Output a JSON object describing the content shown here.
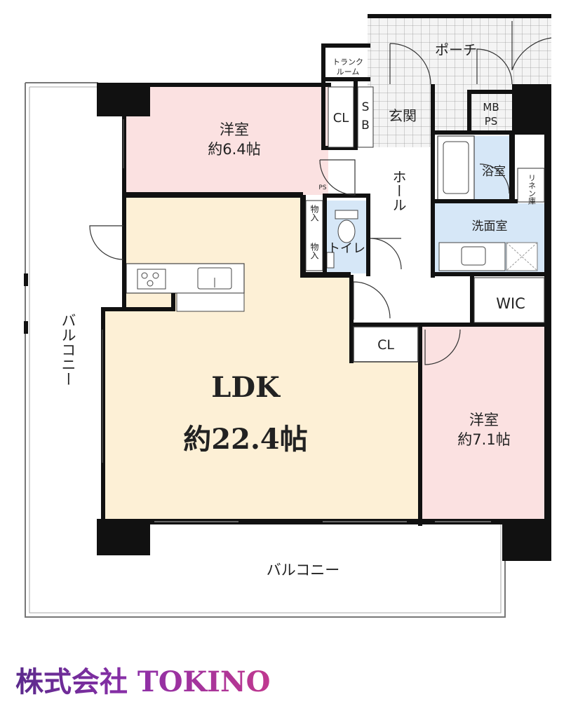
{
  "rooms": {
    "porch": "ポーチ",
    "trunk_room": "トランク\nルーム",
    "mb_ps": "MB\nPS",
    "entrance": "玄関",
    "sb": "S\nB",
    "cl_bedroom1": "CL",
    "bedroom1_name": "洋室",
    "bedroom1_size": "約6.4帖",
    "hall": "ホール",
    "bath": "浴室",
    "linen": "リネン庫",
    "washroom": "洗面室",
    "ps_small": "PS",
    "storage1": "物入",
    "storage2": "物入",
    "toilet": "トイレ",
    "wic": "WIC",
    "cl_ldk": "CL",
    "ldk_name": "LDK",
    "ldk_size": "約22.4帖",
    "bedroom2_name": "洋室",
    "bedroom2_size": "約7.1帖",
    "balcony_side": "バルコニー",
    "balcony_bottom": "バルコニー"
  },
  "company": "株式会社 TOKINO",
  "colors": {
    "ldk": "#fdf0d6",
    "bedroom": "#fbe1e1",
    "wet": "#d6e7f7",
    "wall": "#111111",
    "company_gradient": [
      "#5b2a8c",
      "#c0398f"
    ]
  }
}
